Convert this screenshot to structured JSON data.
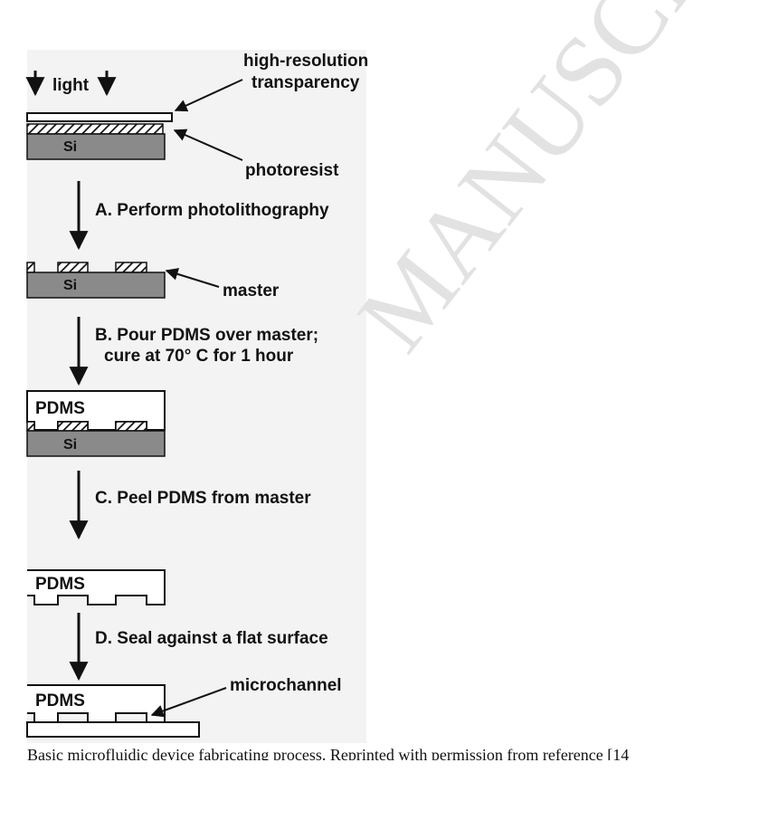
{
  "watermark": "MANUSCR",
  "labels": {
    "light": "light",
    "transparency_line1": "high-resolution",
    "transparency_line2": "transparency",
    "photoresist": "photoresist",
    "si_1": "Si",
    "si_2": "Si",
    "si_3": "Si",
    "step_a": "A. Perform photolithography",
    "master": "master",
    "step_b_line1": "B. Pour PDMS over master;",
    "step_b_line2": "cure at 70° C for 1 hour",
    "pdms_1": "PDMS",
    "step_c": "C. Peel PDMS from master",
    "pdms_2": "PDMS",
    "step_d": "D. Seal against a flat surface",
    "pdms_3": "PDMS",
    "microchannel": "microchannel"
  },
  "caption": "Basic microfluidic device fabricating process. Reprinted with permission from reference [14"
}
